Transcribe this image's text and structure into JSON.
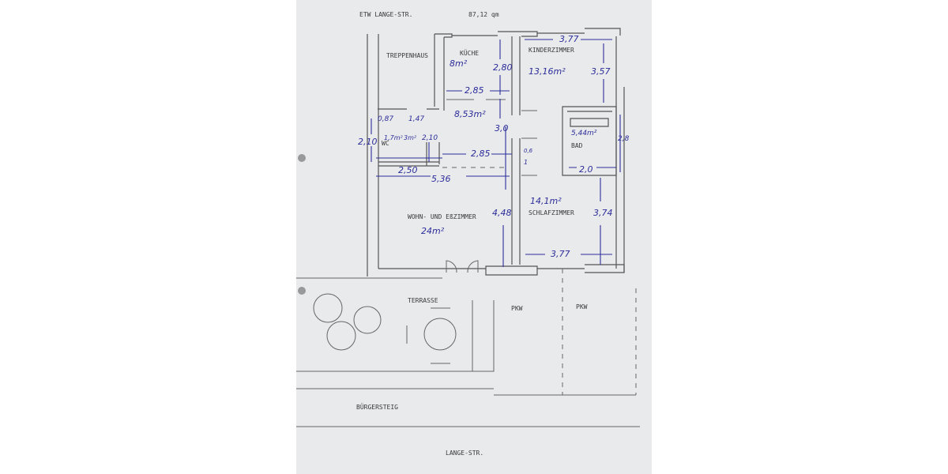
{
  "header": {
    "title": "ETW LANGE-STR.",
    "area": "87,12 qm"
  },
  "rooms": {
    "treppenhaus": "TREPPENHAUS",
    "kueche": "KÜCHE",
    "kinderzimmer": "KINDERZIMMER",
    "wc": "WC",
    "bad": "BAD",
    "wohnzimmer": "WOHN- UND EßZIMMER",
    "schlafzimmer": "SCHLAFZIMMER",
    "terrasse": "TERRASSE",
    "pkw1": "PKW",
    "pkw2": "PKW",
    "buergersteig": "BÜRGERSTEIG",
    "strasse": "LANGE-STR."
  },
  "annotations": [
    "8m²",
    "2,80",
    "13,16m²",
    "3,77",
    "3,57",
    "2,85",
    "8,53m²",
    "3,0",
    "0,87",
    "1,47",
    "2,10",
    "1,7m²",
    "3m²",
    "2,10",
    "5,44m²",
    "2,8",
    "2,85",
    "0,6",
    "1",
    "2,50",
    "5,36",
    "2,0",
    "14,1m²",
    "4,48",
    "3,74",
    "24m²",
    "3,77"
  ],
  "colors": {
    "paper": "#e9eaec",
    "ink": "#555555",
    "pen": "#2d2d9a"
  }
}
